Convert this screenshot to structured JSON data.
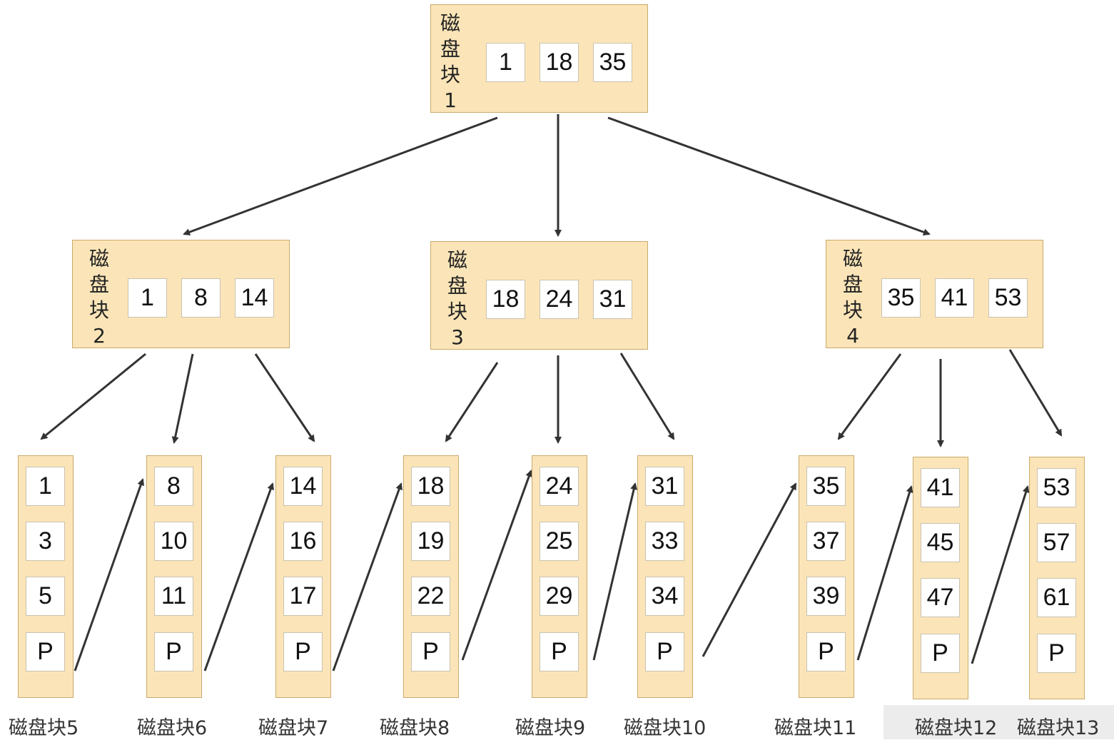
{
  "root": {
    "label": [
      "磁",
      "盘",
      "块",
      "1"
    ],
    "keys": [
      "1",
      "18",
      "35"
    ]
  },
  "internal": [
    {
      "label": [
        "磁",
        "盘",
        "块",
        "2"
      ],
      "keys": [
        "1",
        "8",
        "14"
      ]
    },
    {
      "label": [
        "磁",
        "盘",
        "块",
        "3"
      ],
      "keys": [
        "18",
        "24",
        "31"
      ]
    },
    {
      "label": [
        "磁",
        "盘",
        "块",
        "4"
      ],
      "keys": [
        "35",
        "41",
        "53"
      ]
    }
  ],
  "leaves": [
    {
      "caption": "磁盘块5",
      "keys": [
        "1",
        "3",
        "5",
        "P"
      ]
    },
    {
      "caption": "磁盘块6",
      "keys": [
        "8",
        "10",
        "11",
        "P"
      ]
    },
    {
      "caption": "磁盘块7",
      "keys": [
        "14",
        "16",
        "17",
        "P"
      ]
    },
    {
      "caption": "磁盘块8",
      "keys": [
        "18",
        "19",
        "22",
        "P"
      ]
    },
    {
      "caption": "磁盘块9",
      "keys": [
        "24",
        "25",
        "29",
        "P"
      ]
    },
    {
      "caption": "磁盘块10",
      "keys": [
        "31",
        "33",
        "34",
        "P"
      ]
    },
    {
      "caption": "磁盘块11",
      "keys": [
        "35",
        "37",
        "39",
        "P"
      ]
    },
    {
      "caption": "磁盘块12",
      "keys": [
        "41",
        "45",
        "47",
        "P"
      ]
    },
    {
      "caption": "磁盘块13",
      "keys": [
        "53",
        "57",
        "61",
        "P"
      ]
    }
  ],
  "colors": {
    "node_fill": "#fbe5b8",
    "node_border": "#c9a96a",
    "key_fill": "#ffffff",
    "arrow": "#333333"
  }
}
